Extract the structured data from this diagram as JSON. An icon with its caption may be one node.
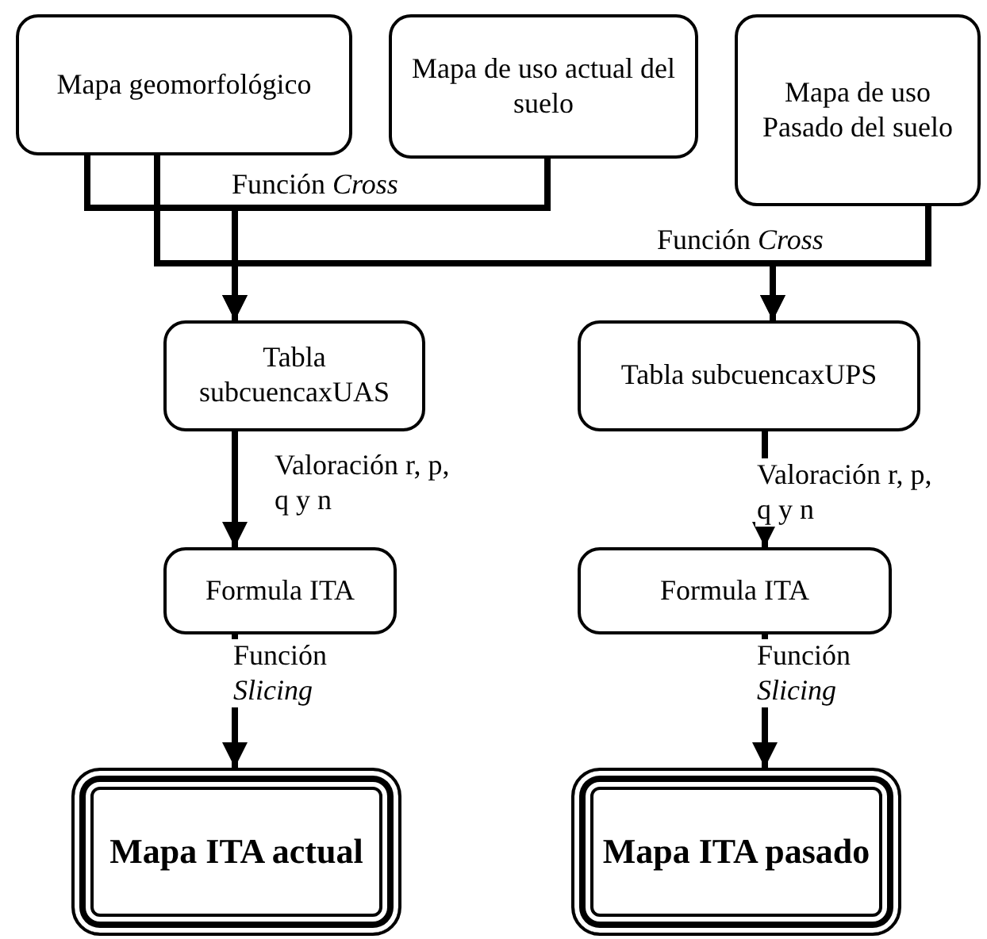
{
  "diagram": {
    "nodes": [
      {
        "text": [
          "Mapa geomorfológico"
        ]
      },
      {
        "text": [
          "Mapa de uso actual del suelo"
        ]
      },
      {
        "text": [
          "Mapa de uso Pasado del suelo"
        ]
      },
      {
        "text": [
          "Tabla subcuencaxUAS"
        ]
      },
      {
        "text": [
          "Tabla subcuencaxUPS"
        ]
      },
      {
        "text": [
          "Formula ITA"
        ]
      },
      {
        "text": [
          "Formula ITA"
        ]
      },
      {
        "text": [
          "Mapa ITA actual"
        ]
      },
      {
        "text": [
          "Mapa ITA pasado"
        ]
      }
    ],
    "edges": [
      {
        "from": 0,
        "to": 3,
        "arrow": "to"
      },
      {
        "from": 1,
        "to": 3,
        "arrow": "to",
        "label": "Función *Cross*"
      },
      {
        "from": 0,
        "to": 4,
        "arrow": "to"
      },
      {
        "from": 2,
        "to": 4,
        "arrow": "to",
        "label": "Función *Cross*"
      },
      {
        "from": 3,
        "to": 5,
        "arrow": "to",
        "label": "Valoración r, p, q y n"
      },
      {
        "from": 4,
        "to": 6,
        "arrow": "to",
        "label": "Valoración r, p, q y n"
      },
      {
        "from": 5,
        "to": 7,
        "arrow": "to",
        "label": "Función *Slicing*"
      },
      {
        "from": 6,
        "to": 8,
        "arrow": "to",
        "label": "Función *Slicing*"
      }
    ]
  }
}
